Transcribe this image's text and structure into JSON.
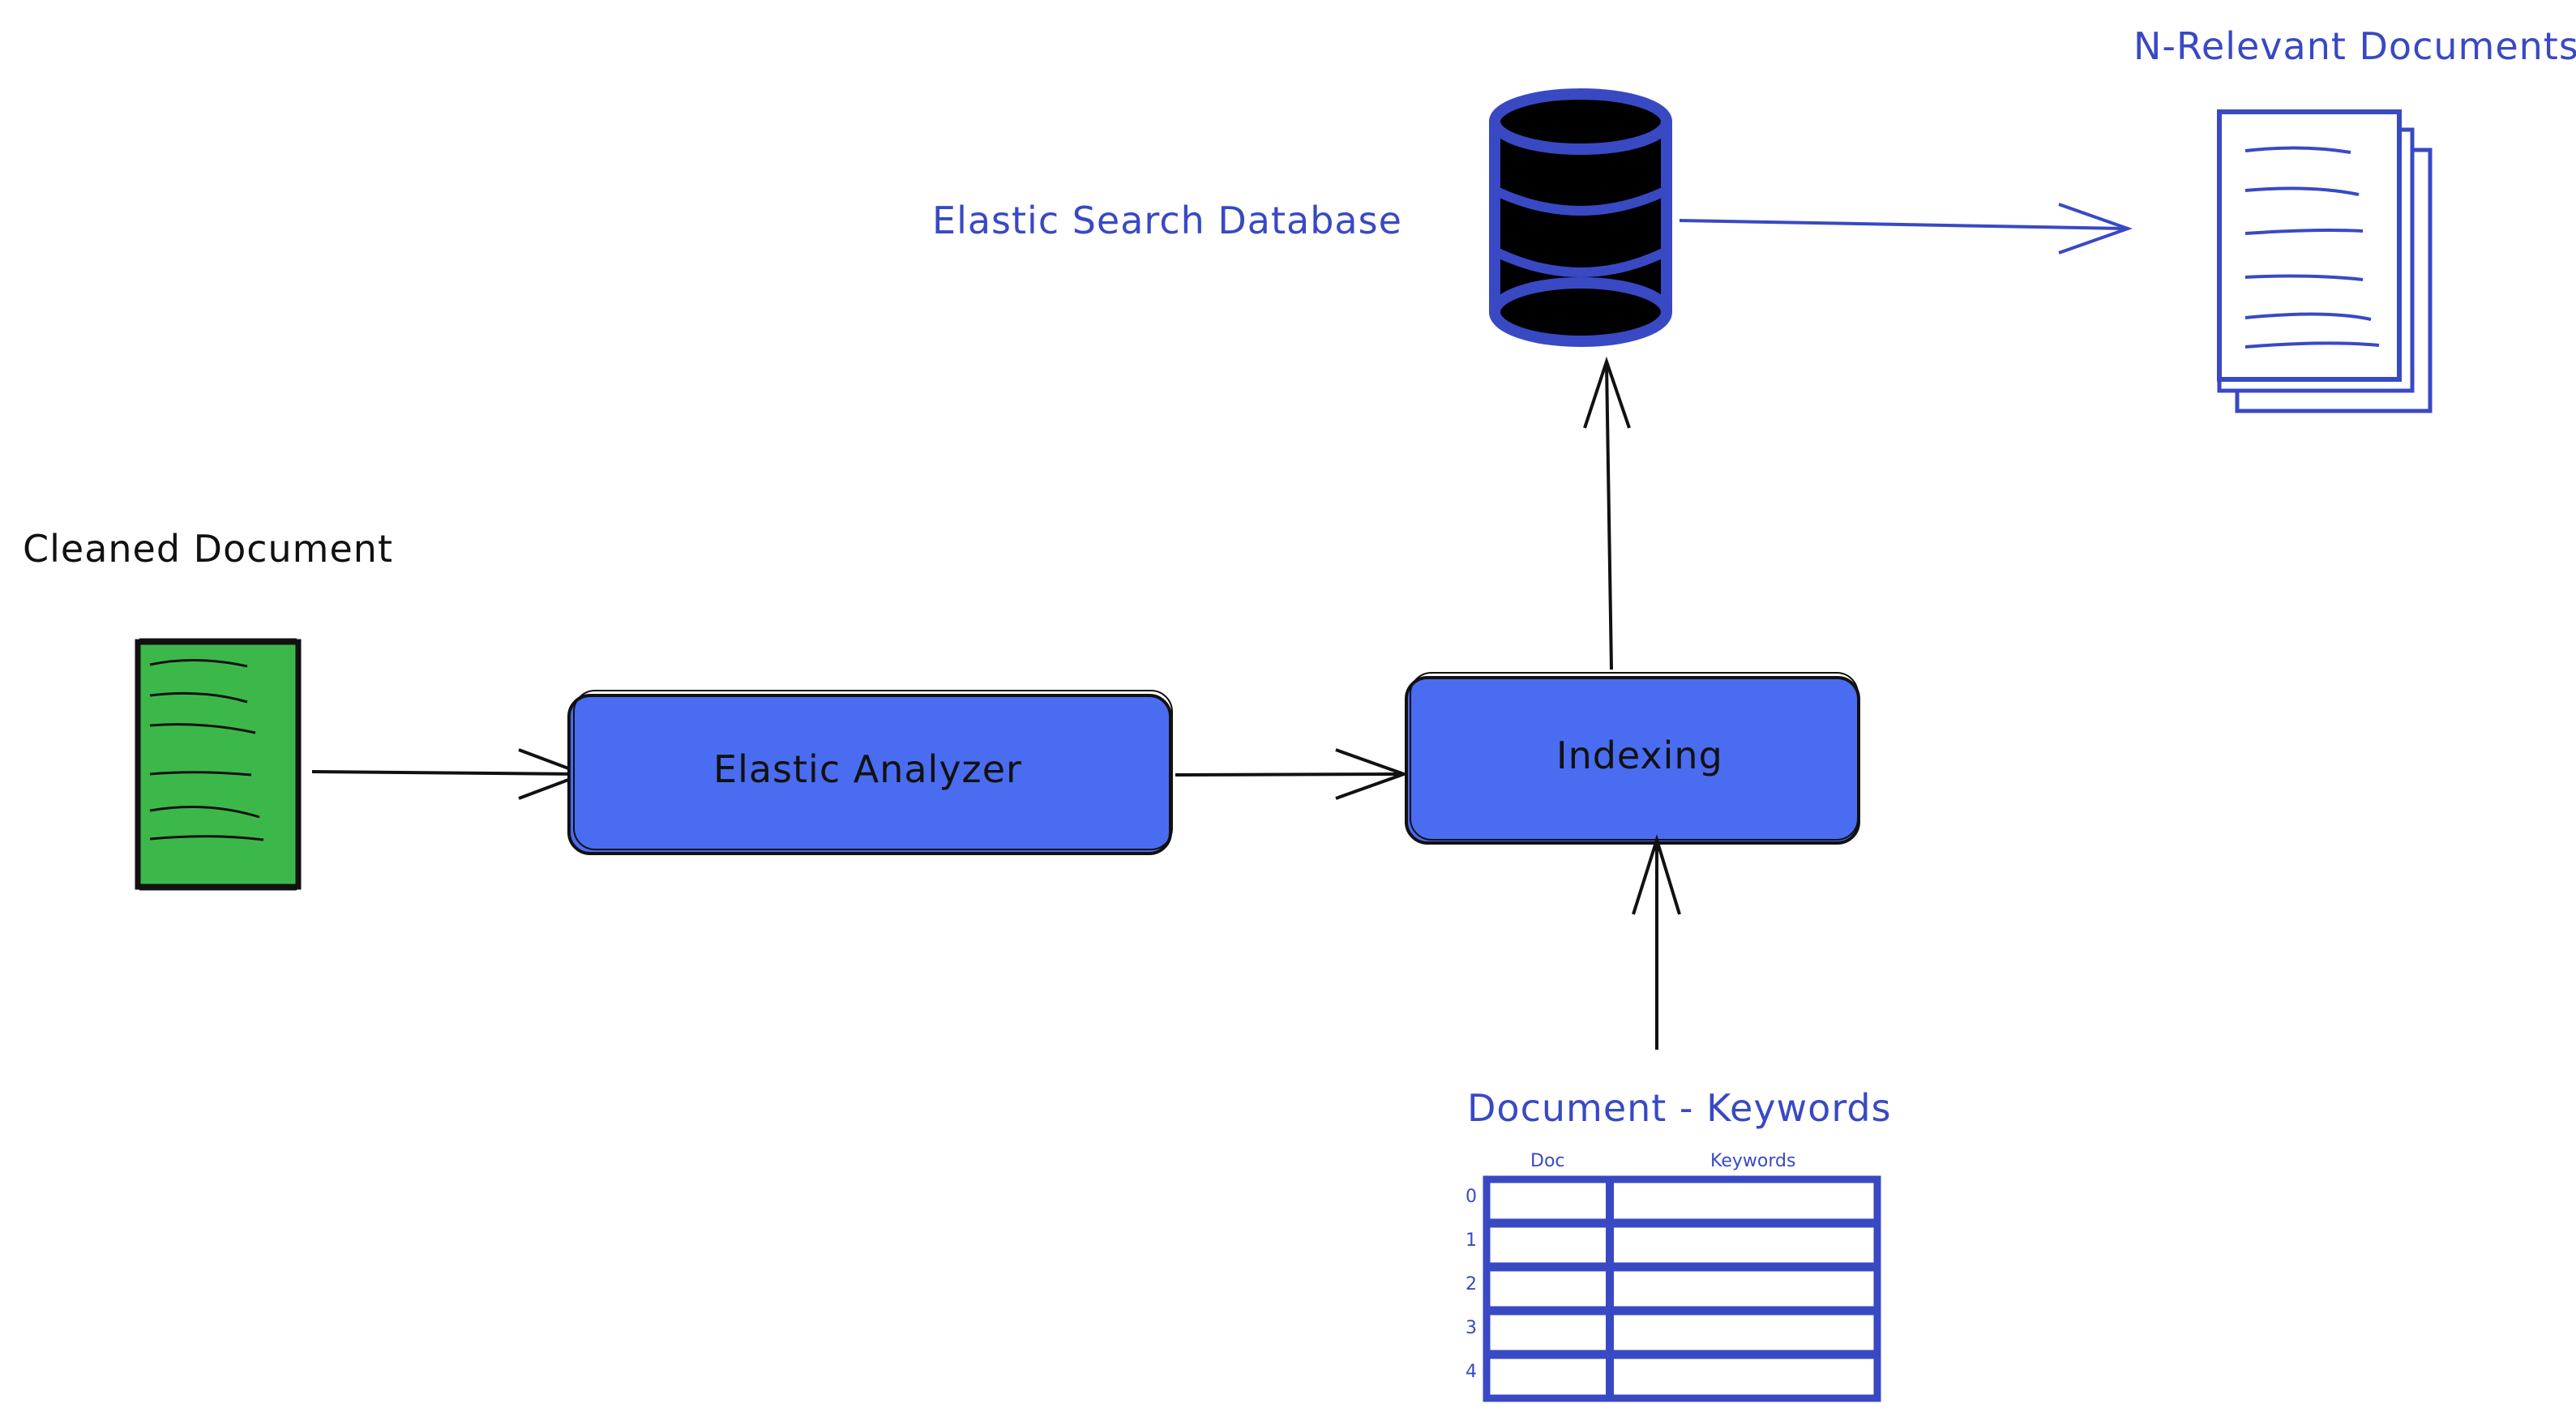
{
  "diagram": {
    "nodes": {
      "cleaned_document": {
        "label": "Cleaned Document"
      },
      "elastic_analyzer": {
        "label": "Elastic Analyzer"
      },
      "indexing": {
        "label": "Indexing"
      },
      "elastic_search_db": {
        "label": "Elastic Search Database"
      },
      "relevant_documents": {
        "label": "N-Relevant Documents"
      },
      "document_keywords": {
        "label": "Document - Keywords",
        "columns": [
          "Doc",
          "Keywords"
        ],
        "row_indices": [
          "0",
          "1",
          "2",
          "3",
          "4"
        ]
      }
    },
    "edges": [
      {
        "from": "cleaned_document",
        "to": "elastic_analyzer"
      },
      {
        "from": "elastic_analyzer",
        "to": "indexing"
      },
      {
        "from": "document_keywords",
        "to": "indexing"
      },
      {
        "from": "indexing",
        "to": "elastic_search_db"
      },
      {
        "from": "elastic_search_db",
        "to": "relevant_documents"
      }
    ],
    "colors": {
      "box_fill": "#4a6cf0",
      "document_fill": "#3cb84a",
      "accent_blue": "#3949c4",
      "stroke": "#111111"
    }
  }
}
